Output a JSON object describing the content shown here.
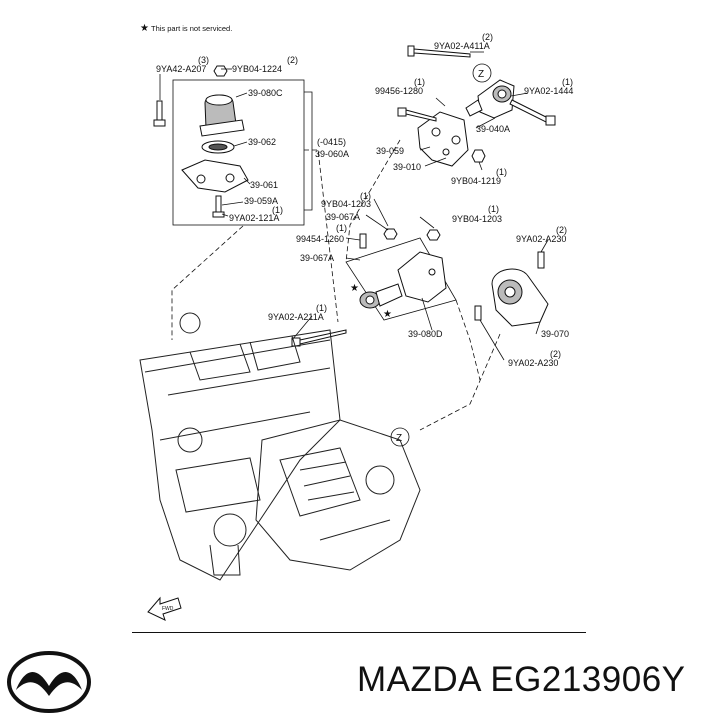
{
  "notice": {
    "star": "★",
    "text": "This part is not serviced."
  },
  "callouts": [
    {
      "id": "c1",
      "qty": "(3)",
      "code": "9YA42-A207"
    },
    {
      "id": "c2",
      "qty": "(2)",
      "code": "9YB04-1224"
    },
    {
      "id": "c3",
      "qty": "",
      "code": "39-080C"
    },
    {
      "id": "c4",
      "qty": "",
      "code": "39-062"
    },
    {
      "id": "c5",
      "qty": "(-0415)",
      "code": "39-060A"
    },
    {
      "id": "c6",
      "qty": "",
      "code": "39-061"
    },
    {
      "id": "c7",
      "qty": "",
      "code": "39-059A"
    },
    {
      "id": "c8",
      "qty": "(1)",
      "code": "9YA02-121A"
    },
    {
      "id": "c9",
      "qty": "(2)",
      "code": "9YA02-A411A"
    },
    {
      "id": "c10",
      "qty": "(1)",
      "code": "99456-1280"
    },
    {
      "id": "c11",
      "qty": "(1)",
      "code": "9YA02-1444"
    },
    {
      "id": "c12",
      "qty": "",
      "code": "39-040A"
    },
    {
      "id": "c13",
      "qty": "",
      "code": "39-059"
    },
    {
      "id": "c14",
      "qty": "",
      "code": "39-010"
    },
    {
      "id": "c15",
      "qty": "(1)",
      "code": "9YB04-1219"
    },
    {
      "id": "c16",
      "qty": "(1)",
      "code": "9YB04-1203"
    },
    {
      "id": "c17",
      "qty": "",
      "code": "39-067A"
    },
    {
      "id": "c18",
      "qty": "(1)",
      "code": "9YB04-1203"
    },
    {
      "id": "c19",
      "qty": "(1)",
      "code": "99454-1260"
    },
    {
      "id": "c20",
      "qty": "(2)",
      "code": "9YA02-A230"
    },
    {
      "id": "c21",
      "qty": "",
      "code": "39-067A"
    },
    {
      "id": "c22",
      "qty": "(1)",
      "code": "9YA02-A211A"
    },
    {
      "id": "c23",
      "qty": "",
      "code": "39-080D"
    },
    {
      "id": "c24",
      "qty": "",
      "code": "39-070"
    },
    {
      "id": "c25",
      "qty": "(2)",
      "code": "9YA02-A230"
    }
  ],
  "zone_markers": [
    "Z",
    "Z"
  ],
  "direction_label": "FWD",
  "brand": "MAZDA",
  "part_number": "EG213906Y",
  "logo_icon": "mazda-wing-logo-icon"
}
